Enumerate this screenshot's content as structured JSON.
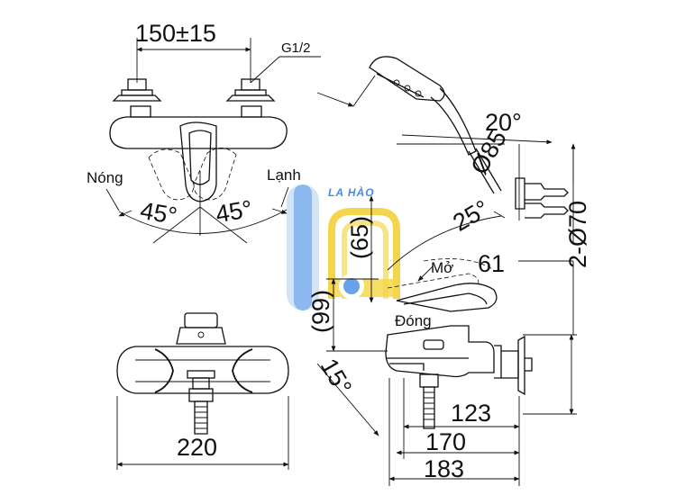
{
  "labels": {
    "dim_150": "150±15",
    "thread": "G1/2",
    "hot": "Nóng",
    "cold": "Lạnh",
    "angle_left": "45°",
    "angle_right": "45°",
    "dim_220": "220",
    "angle_20": "20°",
    "diam_85": "Ø85",
    "angle_25": "25°",
    "dim_65": "(65)",
    "open": "Mở",
    "dim_61": "61",
    "dim_2x70": "2-Ø70",
    "dim_99": "(99)",
    "closed": "Đóng",
    "angle_15": "15°",
    "dim_123": "123",
    "dim_170": "170",
    "dim_183": "183"
  },
  "watermark": {
    "text": "LA HÀO",
    "colors": {
      "blue": "#2f7fe0",
      "yellow": "#f2d23a",
      "light_blue": "#cfe2f7"
    }
  }
}
